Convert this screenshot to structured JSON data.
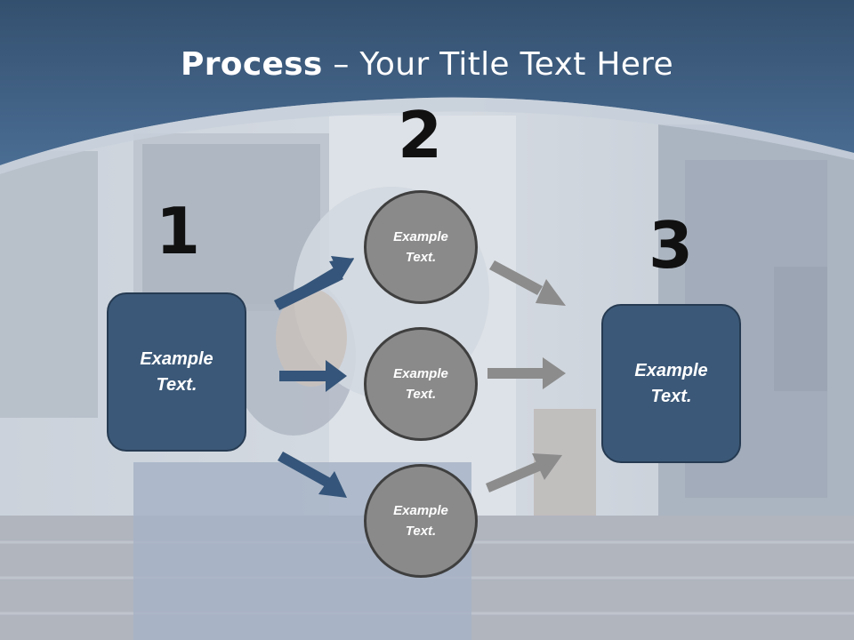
{
  "title": {
    "bold": "Process",
    "rest": " – Your Title Text Here"
  },
  "steps": [
    {
      "number": "1"
    },
    {
      "number": "2"
    },
    {
      "number": "3"
    }
  ],
  "start_box": {
    "text": "Example\nText."
  },
  "end_box": {
    "text": "Example\nText."
  },
  "circles": [
    {
      "text": "Example\nText."
    },
    {
      "text": "Example\nText."
    },
    {
      "text": "Example\nText."
    }
  ],
  "colors": {
    "header_blue": "#3f6186",
    "box_fill": "#3b5878",
    "circle_fill": "#8a8a8a",
    "arrow_in": "#35557a",
    "arrow_out": "#8c8c8c"
  }
}
